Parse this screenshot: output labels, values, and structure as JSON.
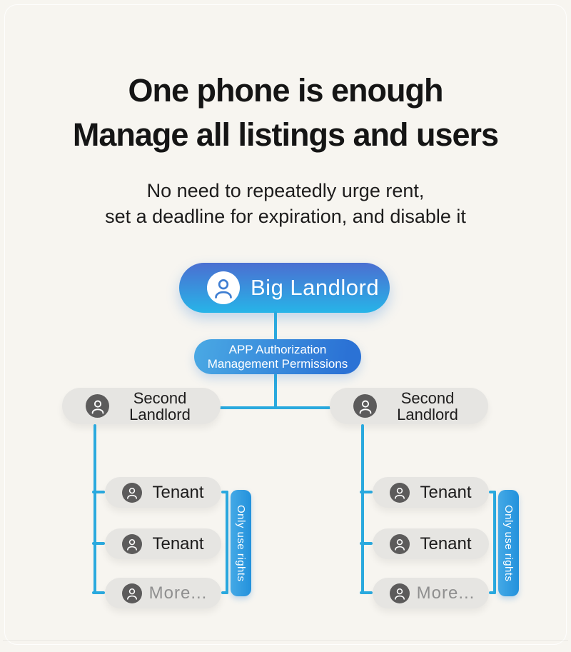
{
  "header": {
    "title_line1": "One phone is enough",
    "title_line2": "Manage all listings and users",
    "subtitle_line1": "No need to repeatedly urge rent,",
    "subtitle_line2": "set a deadline for expiration, and disable it"
  },
  "diagram": {
    "root_label": "Big Landlord",
    "auth_line1": "APP Authorization",
    "auth_line2": "Management Permissions",
    "branches": [
      {
        "parent_line1": "Second",
        "parent_line2": "Landlord",
        "children": [
          "Tenant",
          "Tenant",
          "More..."
        ],
        "bracket_label": "Only use rights"
      },
      {
        "parent_line1": "Second",
        "parent_line2": "Landlord",
        "children": [
          "Tenant",
          "Tenant",
          "More..."
        ],
        "bracket_label": "Only use rights"
      }
    ]
  },
  "colors": {
    "background": "#f7f5f0",
    "connector": "#2aa9de",
    "root_grad_top": "#4b6fd1",
    "root_grad_bottom": "#27b4e8",
    "auth_grad_start": "#4aa9e4",
    "auth_grad_end": "#2b72d5",
    "bar_grad_start": "#44a9e6",
    "bar_grad_end": "#2391dc",
    "pill_gray": "#e6e5e2",
    "icon_gray": "#5c5b5b",
    "text_title": "#151515",
    "text_dark": "#1d1c1c",
    "muted_text": "#8f8f8f"
  }
}
